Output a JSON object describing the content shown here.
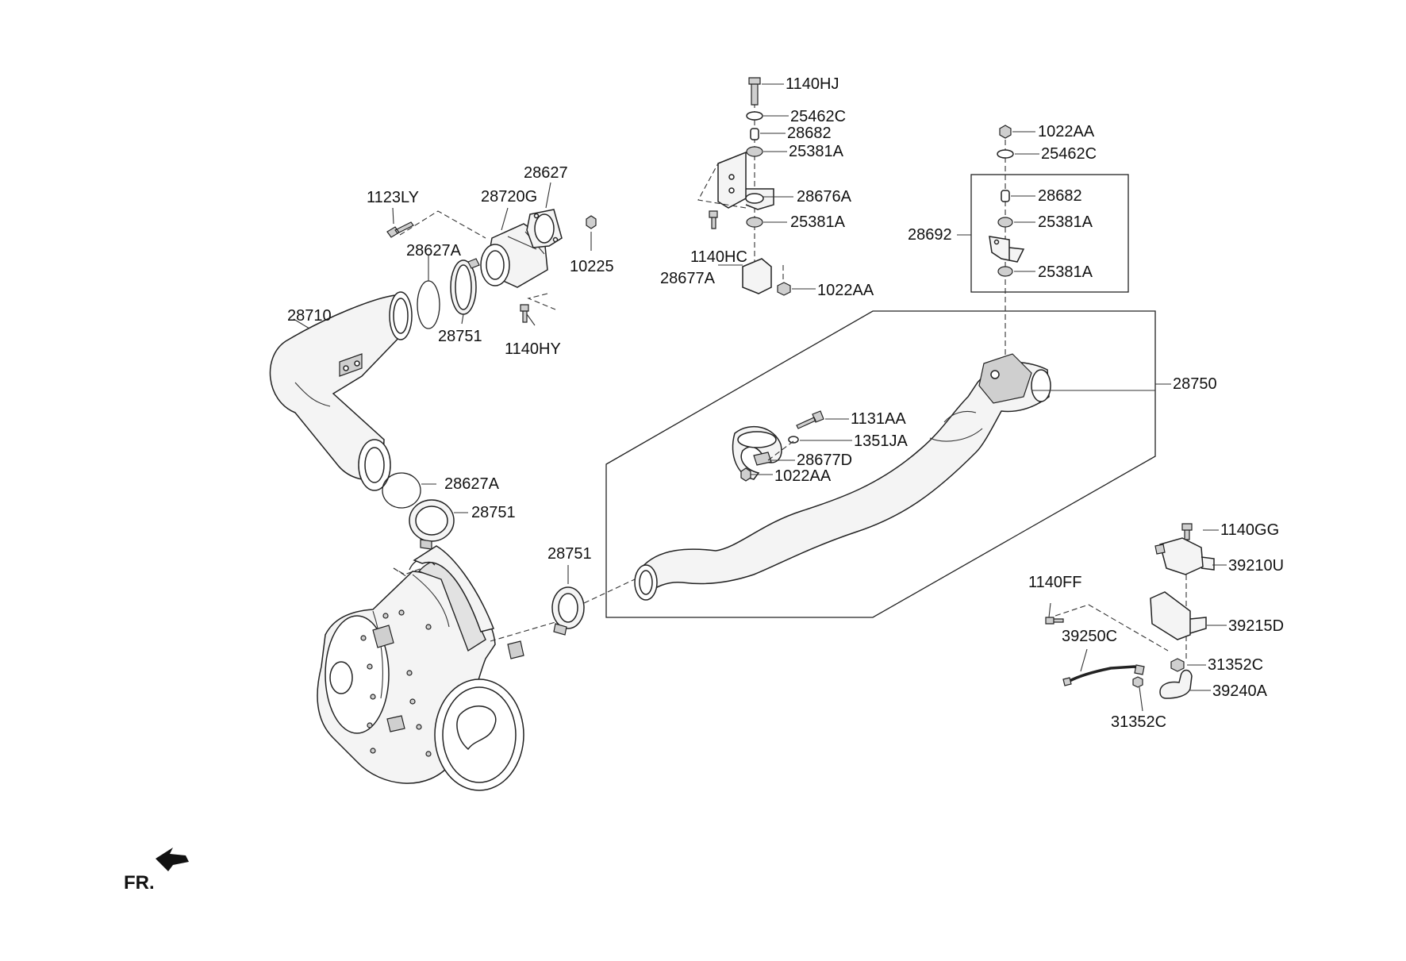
{
  "labels": {
    "p1140hj": "1140HJ",
    "p25462c_top": "25462C",
    "p28682_top": "28682",
    "p25381a_top": "25381A",
    "p28676a": "28676A",
    "p25381a_mid": "25381A",
    "p1140hc": "1140HC",
    "p28677a": "28677A",
    "p1022aa_mid": "1022AA",
    "p1022aa_right": "1022AA",
    "p25462c_right": "25462C",
    "p28682_right": "28682",
    "p25381a_right1": "25381A",
    "p28692": "28692",
    "p25381a_right2": "25381A",
    "p28627": "28627",
    "p1123ly": "1123LY",
    "p28720g": "28720G",
    "p28627a_top": "28627A",
    "p10225": "10225",
    "p28710": "28710",
    "p28751_top": "28751",
    "p1140hy": "1140HY",
    "p28750": "28750",
    "p1131aa": "1131AA",
    "p1351ja": "1351JA",
    "p28677d": "28677D",
    "p1022aa_hanger": "1022AA",
    "p28627a_mid": "28627A",
    "p28751_mid": "28751",
    "p28751_low": "28751",
    "p1140gg": "1140GG",
    "p39210u": "39210U",
    "p1140ff": "1140FF",
    "p39215d": "39215D",
    "p39250c": "39250C",
    "p31352c_right": "31352C",
    "p39240a": "39240A",
    "p31352c_low": "31352C",
    "fr": "FR."
  },
  "icons": {
    "front_direction": "fr-arrow-icon"
  },
  "colors": {
    "line": "#222222",
    "fill": "#f4f4f4",
    "background": "#ffffff"
  }
}
